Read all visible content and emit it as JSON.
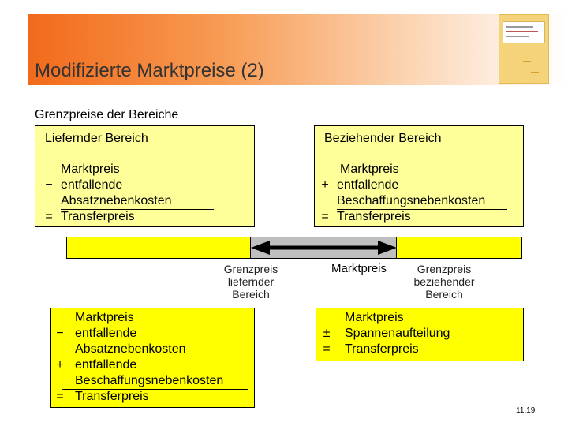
{
  "slide": {
    "title": "Modifizierte Marktpreise (2)",
    "subtitle": "Grenzpreise der Bereiche",
    "page_number": "11.19"
  },
  "left_box": {
    "heading": "Liefernder Bereich",
    "rows": [
      {
        "op": "",
        "text": "Marktpreis"
      },
      {
        "op": "−",
        "text": "entfallende"
      },
      {
        "op": "",
        "text": "Absatznebenkosten"
      },
      {
        "op": "=",
        "text": "Transferpreis"
      }
    ]
  },
  "right_box": {
    "heading": "Beziehender Bereich",
    "rows": [
      {
        "op": "",
        "text": "Marktpreis"
      },
      {
        "op": "+",
        "text": "entfallende"
      },
      {
        "op": "",
        "text": "Beschaffungsnebenkosten"
      },
      {
        "op": "=",
        "text": "Transferpreis"
      }
    ]
  },
  "scale": {
    "label_left": [
      "Grenzpreis",
      "liefernder",
      "Bereich"
    ],
    "label_mid": "Marktpreis",
    "label_right": [
      "Grenzpreis",
      "beziehender",
      "Bereich"
    ]
  },
  "lower_left": {
    "rows": [
      {
        "op": "",
        "text": "Marktpreis"
      },
      {
        "op": "−",
        "text": "entfallende"
      },
      {
        "op": "",
        "text": "Absatznebenkosten"
      },
      {
        "op": "+",
        "text": "entfallende"
      },
      {
        "op": "",
        "text": "Beschaffungsnebenkosten"
      },
      {
        "op": "=",
        "text": "Transferpreis"
      }
    ]
  },
  "lower_right": {
    "rows": [
      {
        "op": "",
        "text": "Marktpreis"
      },
      {
        "op": "±",
        "text": "Spannenaufteilung"
      },
      {
        "op": "=",
        "text": "Transferpreis"
      }
    ]
  },
  "colors": {
    "header_orange": "#f26a1b",
    "light_yellow": "#ffff99",
    "bright_yellow": "#ffff00",
    "grey": "#bfbfbf"
  }
}
